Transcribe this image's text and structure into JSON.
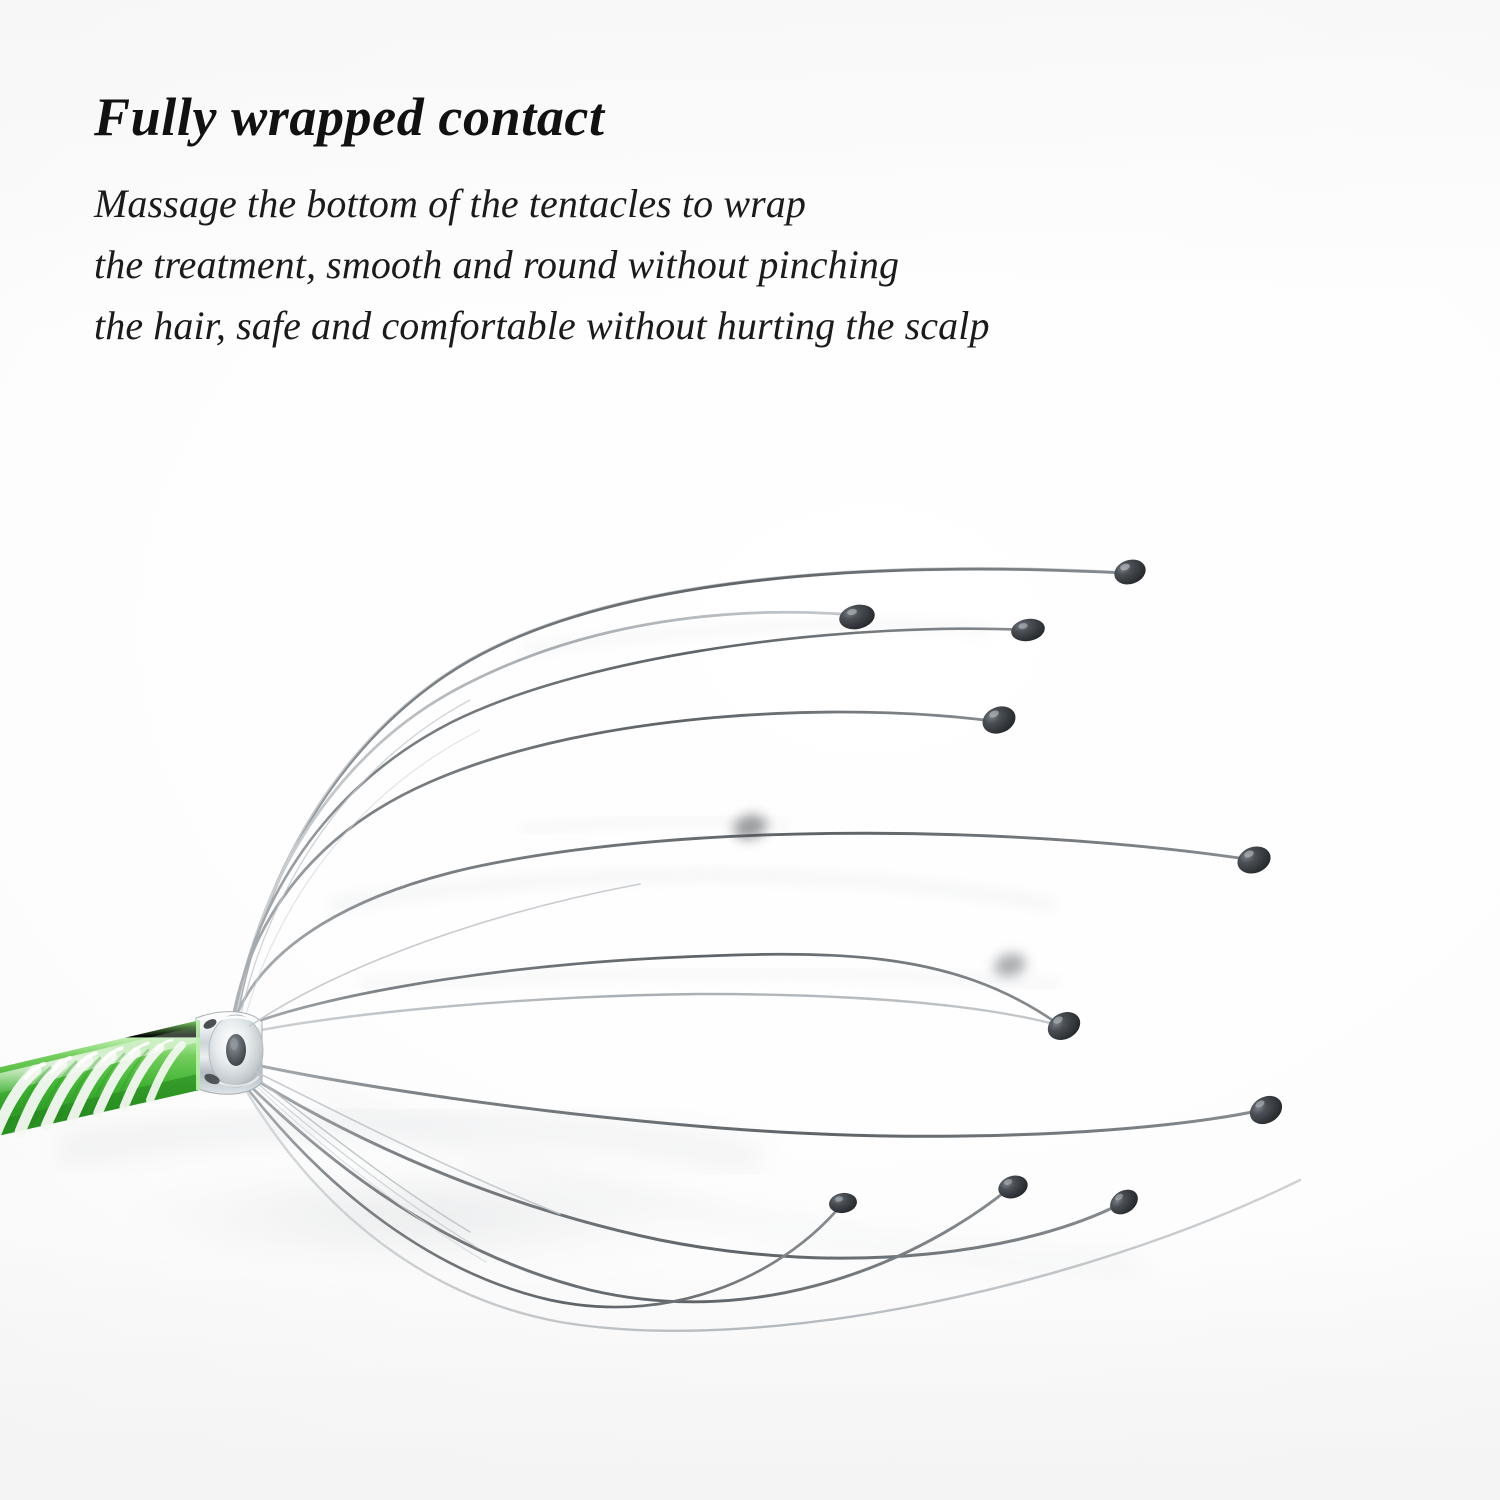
{
  "page": {
    "background_color": "#fafafa",
    "text_color": "#111111"
  },
  "copy": {
    "headline": "Fully wrapped contact",
    "body_line_1": "Massage the bottom of the tentacles to wrap",
    "body_line_2": "the treatment, smooth and round without pinching",
    "body_line_3": "the hair, safe and comfortable without hurting the scalp"
  },
  "product": {
    "name": "scalp-massager",
    "handle_color": "#55c247",
    "handle_highlight_color": "#9fe08e",
    "handle_grip_color": "#f2f7f0",
    "hub_color": "#c9ced2",
    "wire_color": "#6e7276",
    "tip_color": "#2e3033",
    "tentacle_count": 12,
    "tip_labels": [
      "tip-upper-1",
      "tip-upper-2",
      "tip-upper-3",
      "tip-upper-4",
      "tip-mid-right-1",
      "tip-mid-right-2",
      "tip-mid-right-3",
      "tip-lower-right-1",
      "tip-lower-right-2",
      "tip-bottom-1",
      "tip-bottom-2",
      "tip-bottom-3"
    ]
  }
}
